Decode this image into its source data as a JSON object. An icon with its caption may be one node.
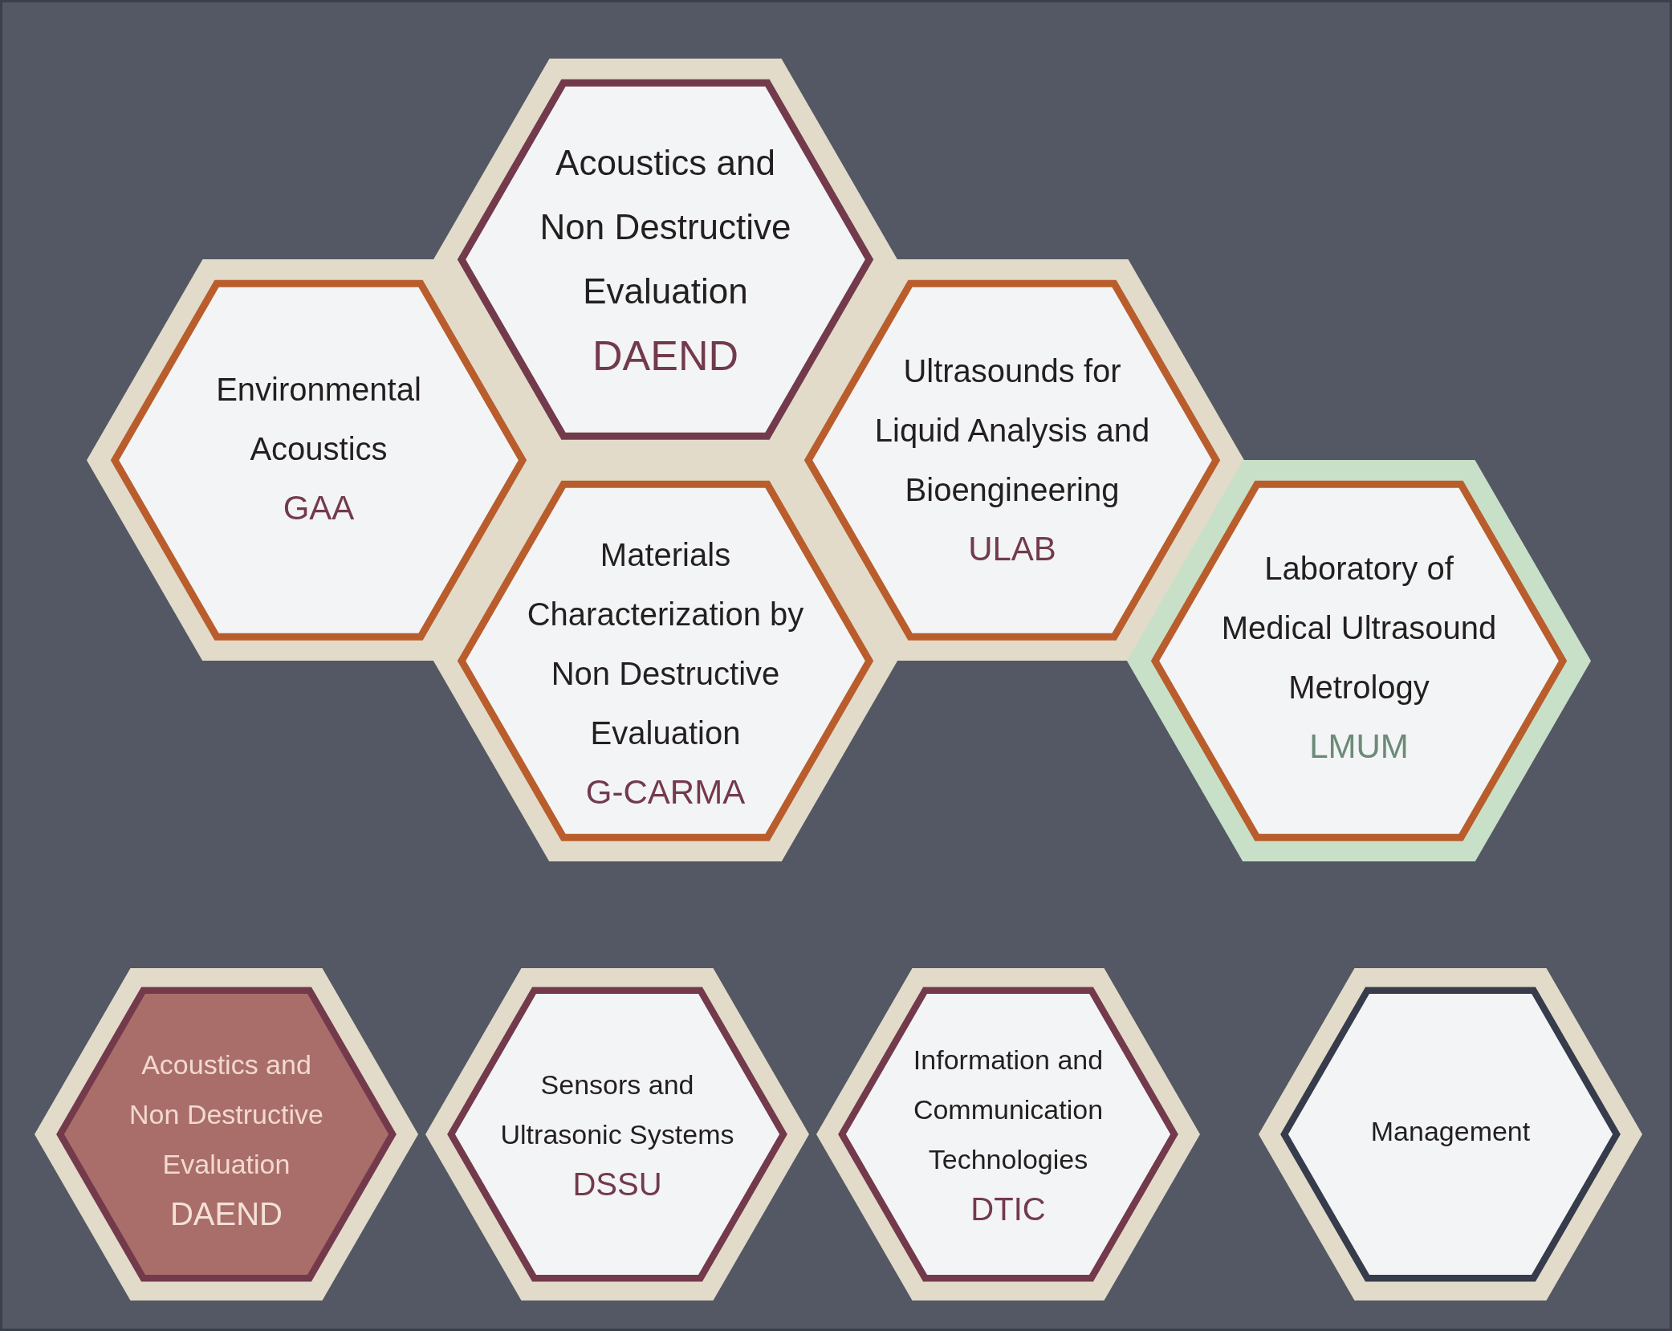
{
  "diagram": {
    "nodes": [
      {
        "text": [
          "Acoustics and Non Destructive Evaluation",
          "DAEND"
        ]
      },
      {
        "text": [
          "Environmental Acoustics",
          "GAA"
        ]
      },
      {
        "text": [
          "Ultrasounds for Liquid Analysis and Bioengineering",
          "ULAB"
        ]
      },
      {
        "text": [
          "Materials Characterization by Non Destructive Evaluation",
          "G-CARMA"
        ]
      },
      {
        "text": [
          "Laboratory of Medical Ultrasound Metrology",
          "LMUM"
        ]
      },
      {
        "text": [
          "Acoustics and Non Destructive Evaluation",
          "DAEND"
        ]
      },
      {
        "text": [
          "Sensors and Ultrasonic Systems",
          "DSSU"
        ]
      },
      {
        "text": [
          "Information and Communication Technologies",
          "DTIC"
        ]
      },
      {
        "text": [
          "Management"
        ]
      }
    ]
  }
}
